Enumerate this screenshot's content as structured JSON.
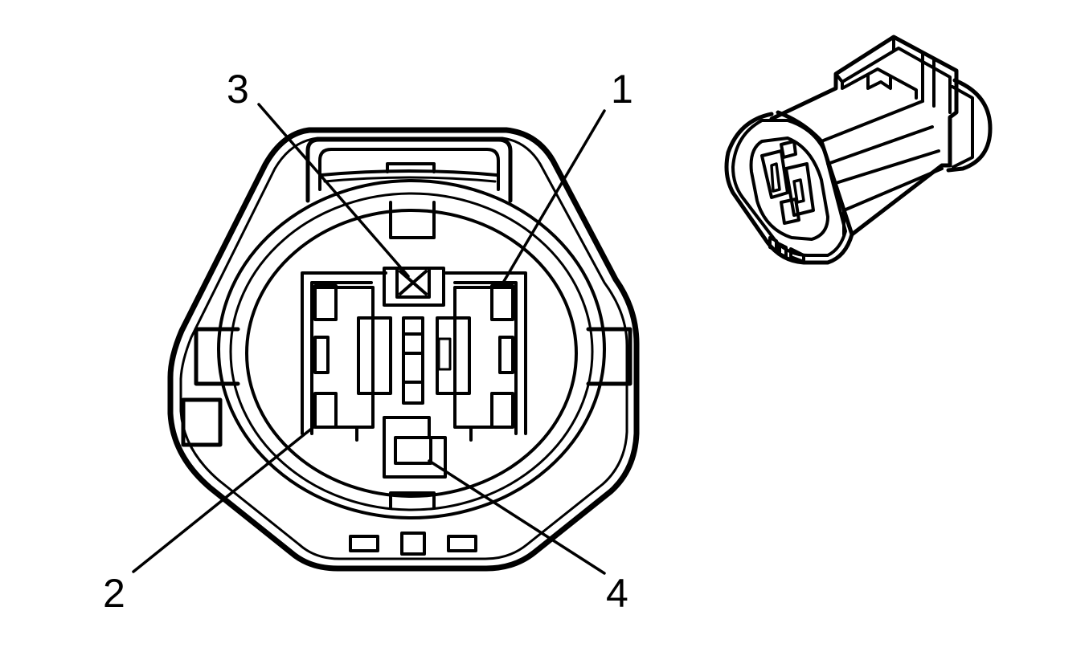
{
  "diagram": {
    "pin_labels": [
      {
        "id": "pin-1",
        "text": "1"
      },
      {
        "id": "pin-2",
        "text": "2"
      },
      {
        "id": "pin-3",
        "text": "3"
      },
      {
        "id": "pin-4",
        "text": "4"
      }
    ]
  },
  "colors": {
    "line": "#000000",
    "background": "#ffffff"
  }
}
